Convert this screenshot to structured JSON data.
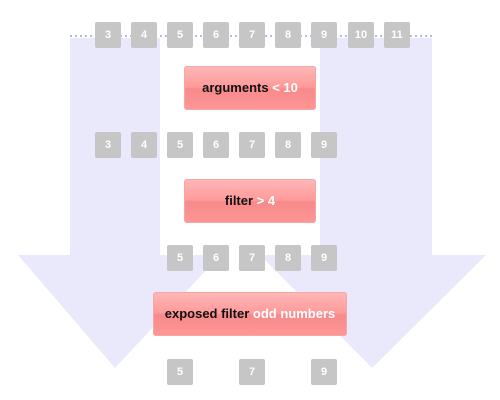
{
  "colors": {
    "arrow_fill": "#e9e9fb",
    "chip": "#c6c6c6",
    "dotted_line": "#b9b9e6",
    "stage_text": "#111111",
    "stage_condition_text": "#ffffff"
  },
  "rows": [
    {
      "name": "input-numbers-row",
      "values": [
        "3",
        "4",
        "5",
        "6",
        "7",
        "8",
        "9",
        "10",
        "11"
      ]
    },
    {
      "name": "after-arguments-row",
      "values": [
        "3",
        "4",
        "5",
        "6",
        "7",
        "8",
        "9"
      ]
    },
    {
      "name": "after-filter-row",
      "values": [
        "5",
        "6",
        "7",
        "8",
        "9"
      ]
    },
    {
      "name": "output-numbers-row",
      "values": [
        "5",
        "7",
        "9"
      ]
    }
  ],
  "stages": [
    {
      "name": "arguments-stage",
      "label": "arguments",
      "condition": "< 10"
    },
    {
      "name": "filter-stage",
      "label": "filter",
      "condition": "> 4"
    },
    {
      "name": "exposed-filter-stage",
      "label": "exposed filter",
      "condition": "odd numbers"
    }
  ]
}
